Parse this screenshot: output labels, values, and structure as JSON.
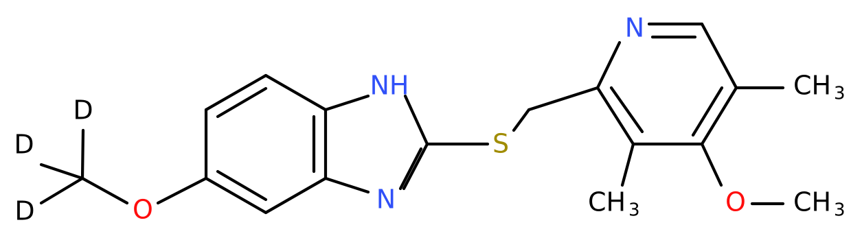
{
  "colors": {
    "bond": "#000000",
    "carbon": "#000000",
    "nitrogen": "#3050F8",
    "oxygen": "#FF0D0D",
    "sulfur": "#A08C00",
    "deuterium": "#000000"
  },
  "atoms": {
    "nh": {
      "text": "NH",
      "element": "N"
    },
    "n_imidazole": {
      "text": "N",
      "element": "N"
    },
    "s": {
      "text": "S",
      "element": "S"
    },
    "n_pyridine": {
      "text": "N",
      "element": "N"
    },
    "o_left": {
      "text": "O",
      "element": "O"
    },
    "o_right": {
      "text": "O",
      "element": "O"
    },
    "d1": {
      "text": "D",
      "element": "D"
    },
    "d2": {
      "text": "D",
      "element": "D"
    },
    "d3": {
      "text": "D",
      "element": "D"
    },
    "ch3_top": {
      "main": "CH",
      "sub": "3"
    },
    "ch3_bottom_left": {
      "main": "CH",
      "sub": "3"
    },
    "ch3_bottom_right": {
      "main": "CH",
      "sub": "3"
    }
  }
}
